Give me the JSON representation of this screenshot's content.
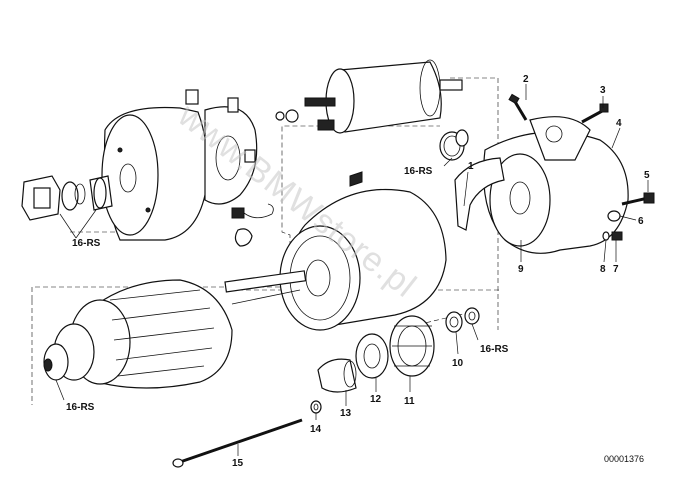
{
  "watermark": "www.BMWstore.pl",
  "reference_number": "00001376",
  "labels": {
    "p1": "1",
    "p2": "2",
    "p3": "3",
    "p4": "4",
    "p5": "5",
    "p6": "6",
    "p7": "7",
    "p8": "8",
    "p9": "9",
    "p10": "10",
    "p11": "11",
    "p12": "12",
    "p13": "13",
    "p14": "14",
    "p15": "15",
    "rs_left_top": "16-RS",
    "rs_mid": "16-RS",
    "rs_right": "16-RS",
    "rs_left_bottom": "16-RS"
  }
}
